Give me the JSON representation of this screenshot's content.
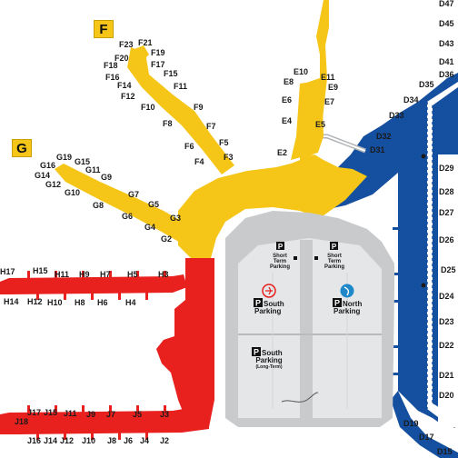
{
  "concourses": {
    "F": {
      "label": "F",
      "color": "#f5c518"
    },
    "G": {
      "label": "G",
      "color": "#f5c518"
    },
    "E": {
      "color": "#f5c518"
    },
    "H": {
      "color": "#e8201e"
    },
    "J": {
      "color": "#e8201e"
    },
    "D": {
      "color": "#1550a0"
    }
  },
  "gates": {
    "f": [
      "F23",
      "F21",
      "F20",
      "F19",
      "F18",
      "F17",
      "F16",
      "F15",
      "F14",
      "F12",
      "F11",
      "F10",
      "F9",
      "F8",
      "F7",
      "F6",
      "F5",
      "F4",
      "F3"
    ],
    "g": [
      "G19",
      "G16",
      "G15",
      "G14",
      "G11",
      "G12",
      "G9",
      "G10",
      "G8",
      "G7",
      "G6",
      "G5",
      "G4",
      "G3",
      "G2"
    ],
    "e": [
      "E10",
      "E11",
      "E8",
      "E9",
      "E6",
      "E7",
      "E4",
      "E5",
      "E2"
    ],
    "h": [
      "H17",
      "H15",
      "H11",
      "H9",
      "H7",
      "H5",
      "H3",
      "H14",
      "H12",
      "H10",
      "H8",
      "H6",
      "H4"
    ],
    "j": [
      "J17",
      "J15",
      "J11",
      "J9",
      "J7",
      "J5",
      "J3",
      "J18",
      "J16",
      "J14",
      "J12",
      "J10",
      "J8",
      "J6",
      "J4",
      "J2"
    ],
    "d": [
      "D47",
      "D45",
      "D43",
      "D41",
      "D36",
      "D35",
      "D34",
      "D33",
      "D32",
      "D31",
      "D29",
      "D28",
      "D27",
      "D26",
      "D25",
      "D24",
      "D23",
      "D22",
      "D21",
      "D20",
      "D19",
      "D17",
      "D15"
    ]
  },
  "parking": {
    "short_term_left": {
      "line1": "Short",
      "line2": "Term",
      "line3": "Parking"
    },
    "short_term_right": {
      "line1": "Short",
      "line2": "Term",
      "line3": "Parking"
    },
    "south": {
      "line1": "South",
      "line2": "Parking"
    },
    "north": {
      "line1": "North",
      "line2": "Parking"
    },
    "south_long": {
      "line1": "South",
      "line2": "Parking",
      "line3": "(Long-Term)"
    },
    "p_symbol": "P"
  },
  "colors": {
    "yellow": "#f5c518",
    "red": "#e8201e",
    "blue": "#1550a0",
    "garage_gray": "#c8cacc",
    "garage_light": "#e4e6e8"
  }
}
